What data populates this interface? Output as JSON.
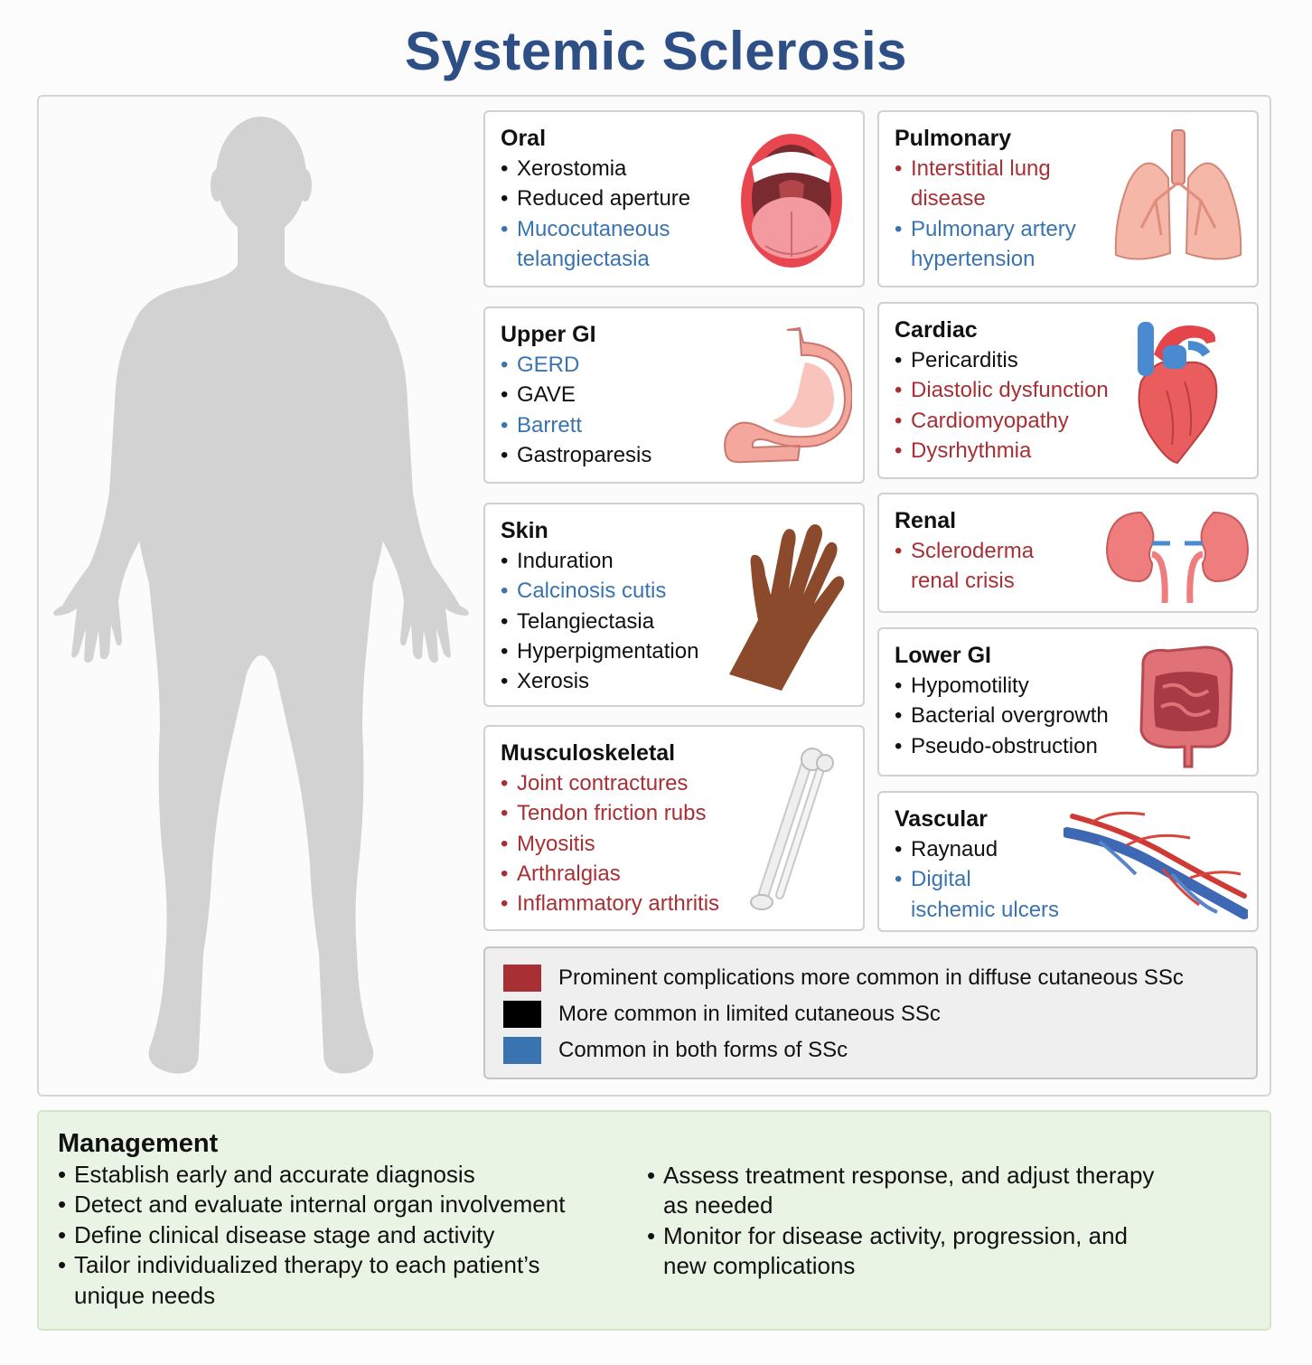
{
  "title": "Systemic Sclerosis",
  "colors": {
    "diffuse": "#a83034",
    "limited": "#111111",
    "both": "#3a74b0",
    "title": "#2e4f86",
    "silhouette": "#d2d2d2"
  },
  "panels": {
    "oral": {
      "title": "Oral",
      "items": [
        {
          "text": "Xerostomia",
          "type": "limited"
        },
        {
          "text": "Reduced aperture",
          "type": "limited"
        },
        {
          "text": "Mucocutaneous",
          "type": "both"
        },
        {
          "text": "telangiectasia",
          "type": "both"
        }
      ],
      "icon": "open-mouth-icon"
    },
    "pulmonary": {
      "title": "Pulmonary",
      "items": [
        {
          "text": "Interstitial lung",
          "type": "diffuse"
        },
        {
          "text": "disease",
          "type": "diffuse"
        },
        {
          "text": "Pulmonary artery",
          "type": "both"
        },
        {
          "text": "hypertension",
          "type": "both"
        }
      ],
      "icon": "lungs-icon"
    },
    "upper_gi": {
      "title": "Upper GI",
      "items": [
        {
          "text": "GERD",
          "type": "both"
        },
        {
          "text": "GAVE",
          "type": "limited"
        },
        {
          "text": "Barrett",
          "type": "both"
        },
        {
          "text": "Gastroparesis",
          "type": "limited"
        }
      ],
      "icon": "stomach-icon"
    },
    "cardiac": {
      "title": "Cardiac",
      "items": [
        {
          "text": "Pericarditis",
          "type": "limited"
        },
        {
          "text": "Diastolic dysfunction",
          "type": "diffuse"
        },
        {
          "text": "Cardiomyopathy",
          "type": "diffuse"
        },
        {
          "text": "Dysrhythmia",
          "type": "diffuse"
        }
      ],
      "icon": "heart-icon"
    },
    "renal": {
      "title": "Renal",
      "items": [
        {
          "text": "Scleroderma",
          "type": "diffuse"
        },
        {
          "text": "renal crisis",
          "type": "diffuse"
        }
      ],
      "icon": "kidneys-icon"
    },
    "skin": {
      "title": "Skin",
      "items": [
        {
          "text": "Induration",
          "type": "limited"
        },
        {
          "text": "Calcinosis cutis",
          "type": "both"
        },
        {
          "text": "Telangiectasia",
          "type": "limited"
        },
        {
          "text": "Hyperpigmentation",
          "type": "limited"
        },
        {
          "text": "Xerosis",
          "type": "limited"
        }
      ],
      "icon": "hand-icon"
    },
    "lower_gi": {
      "title": "Lower GI",
      "items": [
        {
          "text": "Hypomotility",
          "type": "limited"
        },
        {
          "text": "Bacterial overgrowth",
          "type": "limited"
        },
        {
          "text": "Pseudo-obstruction",
          "type": "limited"
        }
      ],
      "icon": "intestines-icon"
    },
    "musculoskeletal": {
      "title": "Musculoskeletal",
      "items": [
        {
          "text": "Joint contractures",
          "type": "diffuse"
        },
        {
          "text": "Tendon friction rubs",
          "type": "diffuse"
        },
        {
          "text": "Myositis",
          "type": "diffuse"
        },
        {
          "text": "Arthralgias",
          "type": "diffuse"
        },
        {
          "text": "Inflammatory arthritis",
          "type": "diffuse"
        }
      ],
      "icon": "forearm-bones-icon"
    },
    "vascular": {
      "title": "Vascular",
      "items": [
        {
          "text": "Raynaud",
          "type": "limited"
        },
        {
          "text": "Digital",
          "type": "both"
        },
        {
          "text": "ischemic ulcers",
          "type": "both"
        }
      ],
      "icon": "blood-vessels-icon"
    }
  },
  "legend": [
    {
      "label": "Prominent complications more common in diffuse cutaneous SSc",
      "color": "#a83034"
    },
    {
      "label": "More common in limited cutaneous SSc",
      "color": "#000000"
    },
    {
      "label": "Common in both forms of SSc",
      "color": "#3a74b0"
    }
  ],
  "management": {
    "title": "Management",
    "left": [
      [
        "Establish early and accurate diagnosis"
      ],
      [
        "Detect and evaluate internal organ involvement"
      ],
      [
        "Define clinical disease stage and activity"
      ],
      [
        "Tailor individualized therapy to each patient’s",
        "unique needs"
      ]
    ],
    "right": [
      [
        "Assess treatment response, and adjust therapy",
        "as needed"
      ],
      [
        "Monitor for disease activity, progression, and",
        "new complications"
      ]
    ]
  }
}
